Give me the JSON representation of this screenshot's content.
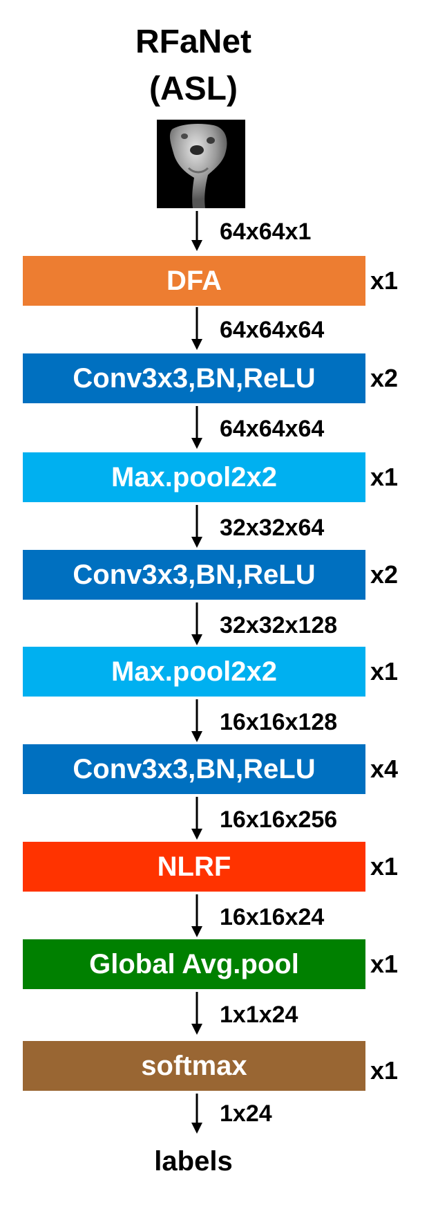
{
  "title_line1": "RFaNet",
  "title_line2": "(ASL)",
  "input_image": {
    "description": "grayscale ASL hand-gesture depth image",
    "background": "#000000"
  },
  "dims": [
    "64x64x1",
    "64x64x64",
    "64x64x64",
    "32x32x64",
    "32x32x128",
    "16x16x128",
    "16x16x256",
    "16x16x24",
    "1x1x24",
    "1x24"
  ],
  "blocks": [
    {
      "label": "DFA",
      "repeat": "x1",
      "color": "#ED7D31"
    },
    {
      "label": "Conv3x3,BN,ReLU",
      "repeat": "x2",
      "color": "#0070C0"
    },
    {
      "label": "Max.pool2x2",
      "repeat": "x1",
      "color": "#00B0F0"
    },
    {
      "label": "Conv3x3,BN,ReLU",
      "repeat": "x2",
      "color": "#0070C0"
    },
    {
      "label": "Max.pool2x2",
      "repeat": "x1",
      "color": "#00B0F0"
    },
    {
      "label": "Conv3x3,BN,ReLU",
      "repeat": "x4",
      "color": "#0070C0"
    },
    {
      "label": "NLRF",
      "repeat": "x1",
      "color": "#FF3300"
    },
    {
      "label": "Global Avg.pool",
      "repeat": "x1",
      "color": "#008000"
    },
    {
      "label": "softmax",
      "repeat": "x1",
      "color": "#996633"
    }
  ],
  "output_label": "labels",
  "colors": {
    "arrow": "#000000",
    "text": "#000000",
    "block_text": "#FFFFFF"
  }
}
